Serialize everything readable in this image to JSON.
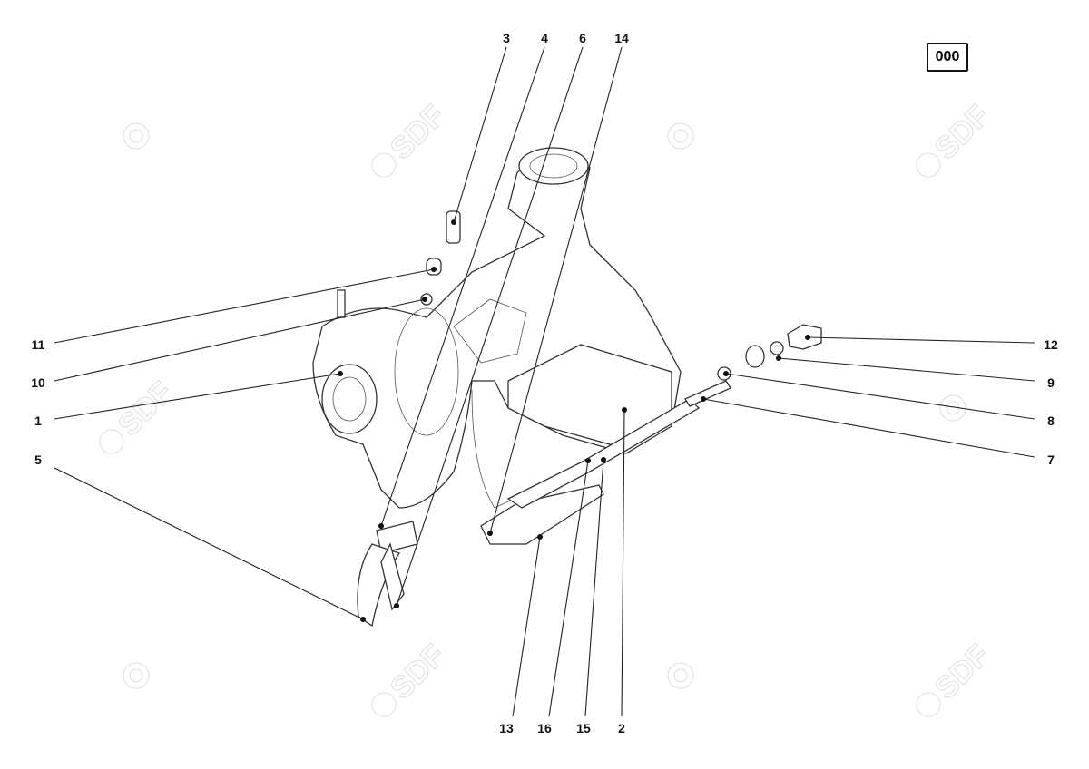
{
  "diagram_code": "000",
  "watermark": "SDF",
  "callouts": {
    "c1": "1",
    "c2": "2",
    "c3": "3",
    "c4": "4",
    "c5": "5",
    "c6": "6",
    "c7": "7",
    "c8": "8",
    "c9": "9",
    "c10": "10",
    "c11": "11",
    "c12": "12",
    "c13": "13",
    "c14": "14",
    "c15": "15",
    "c16": "16"
  }
}
